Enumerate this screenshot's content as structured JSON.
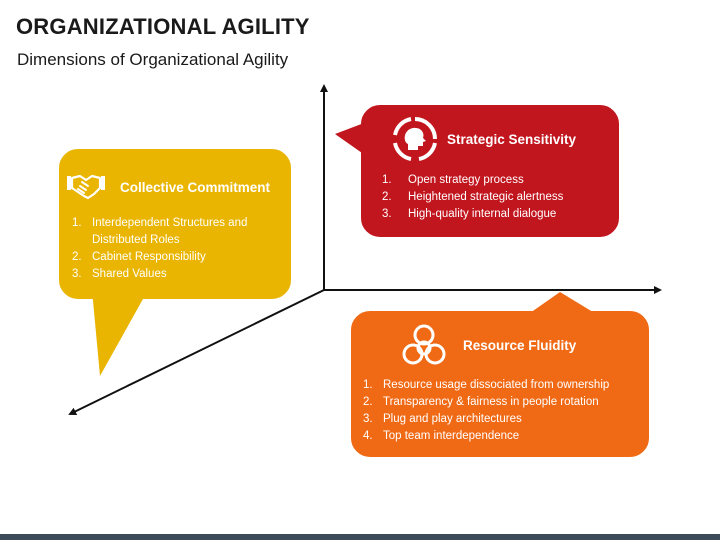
{
  "title": "ORGANIZATIONAL AGILITY",
  "subtitle": "Dimensions of Organizational Agility",
  "colors": {
    "collective": "#e9b500",
    "strategic": "#c2161f",
    "resource": "#f06a16",
    "axis": "#111111",
    "bottom_bar": "#3c4a5a"
  },
  "cards": {
    "collective": {
      "icon": "handshake-icon",
      "heading": "Collective Commitment",
      "items": [
        {
          "num": "1.",
          "lines": [
            "Interdependent Structures and",
            "Distributed Roles"
          ]
        },
        {
          "num": "2.",
          "lines": [
            "Cabinet Responsibility"
          ]
        },
        {
          "num": "3.",
          "lines": [
            "Shared Values"
          ]
        }
      ]
    },
    "strategic": {
      "icon": "head-refresh-icon",
      "heading": "Strategic Sensitivity",
      "items": [
        {
          "num": "1.",
          "lines": [
            "Open strategy process"
          ]
        },
        {
          "num": "2.",
          "lines": [
            "Heightened strategic alertness"
          ]
        },
        {
          "num": "3.",
          "lines": [
            "High-quality internal dialogue"
          ]
        }
      ]
    },
    "resource": {
      "icon": "celtic-knot-icon",
      "heading": "Resource Fluidity",
      "items": [
        {
          "num": "1.",
          "lines": [
            "Resource usage dissociated from ownership"
          ]
        },
        {
          "num": "2.",
          "lines": [
            "Transparency & fairness in people rotation"
          ]
        },
        {
          "num": "3.",
          "lines": [
            "Plug and play architectures"
          ]
        },
        {
          "num": "4.",
          "lines": [
            "Top team interdependence"
          ]
        }
      ]
    }
  }
}
